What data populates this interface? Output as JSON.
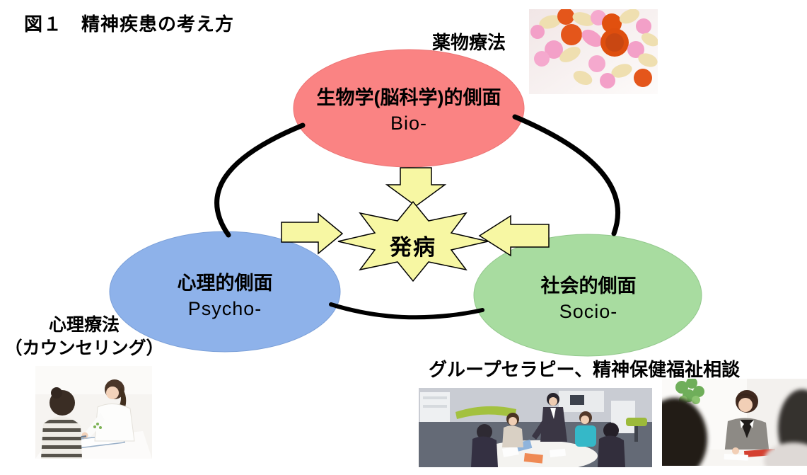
{
  "title": "図１　精神疾患の考え方",
  "aspects": {
    "bio": {
      "name": "生物学(脳科学)的側面",
      "en": "Bio-",
      "fill": "#FA8383",
      "therapy": "薬物療法"
    },
    "psycho": {
      "name": "心理的側面",
      "en": "Psycho-",
      "fill": "#8EB2EA",
      "therapy_line1": "心理療法",
      "therapy_line2": "（カウンセリング）"
    },
    "socio": {
      "name": "社会的側面",
      "en": "Socio-",
      "fill": "#A8DCA0",
      "therapy": "グループセラピー、精神保健福祉相談"
    }
  },
  "center": {
    "label": "発病",
    "fill": "#F7F7A3"
  },
  "connector_color": "#000000",
  "photos": {
    "pills": "pills-photo",
    "counseling": "counseling-photo",
    "group_therapy": "group-therapy-photo",
    "consultation": "consultation-photo"
  }
}
